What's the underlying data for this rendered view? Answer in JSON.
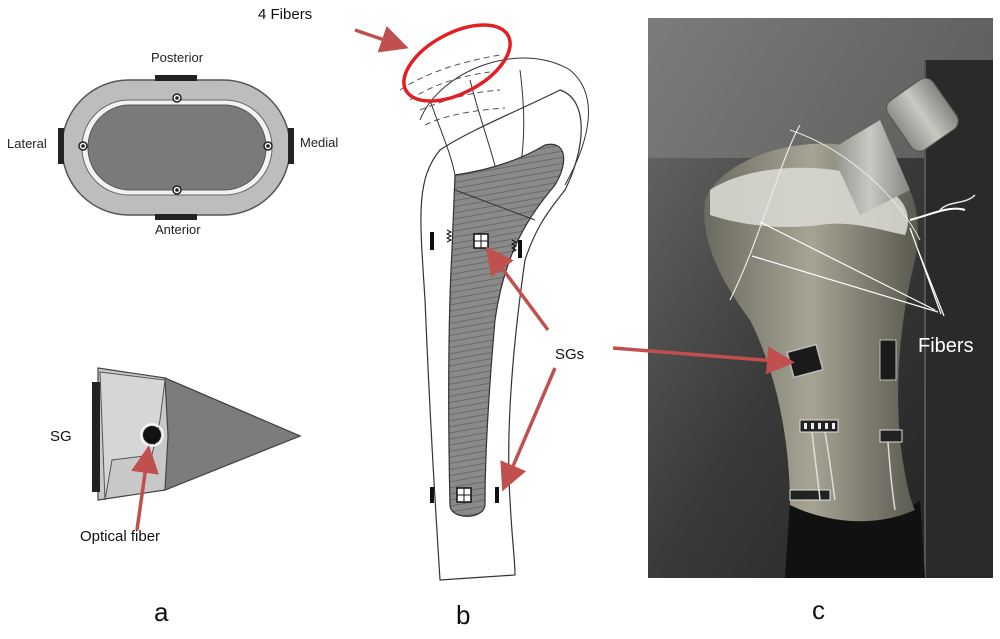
{
  "panel_a": {
    "posterior": "Posterior",
    "anterior": "Anterior",
    "lateral": "Lateral",
    "medial": "Medial",
    "sg": "SG",
    "optical_fiber": "Optical fiber",
    "letter": "a"
  },
  "panel_b": {
    "four_fibers": "4 Fibers",
    "sgs": "SGs",
    "letter": "b"
  },
  "panel_c": {
    "fibers": "Fibers",
    "letter": "c"
  },
  "colors": {
    "arrow": "#c0504d",
    "circle": "#e31e24"
  }
}
